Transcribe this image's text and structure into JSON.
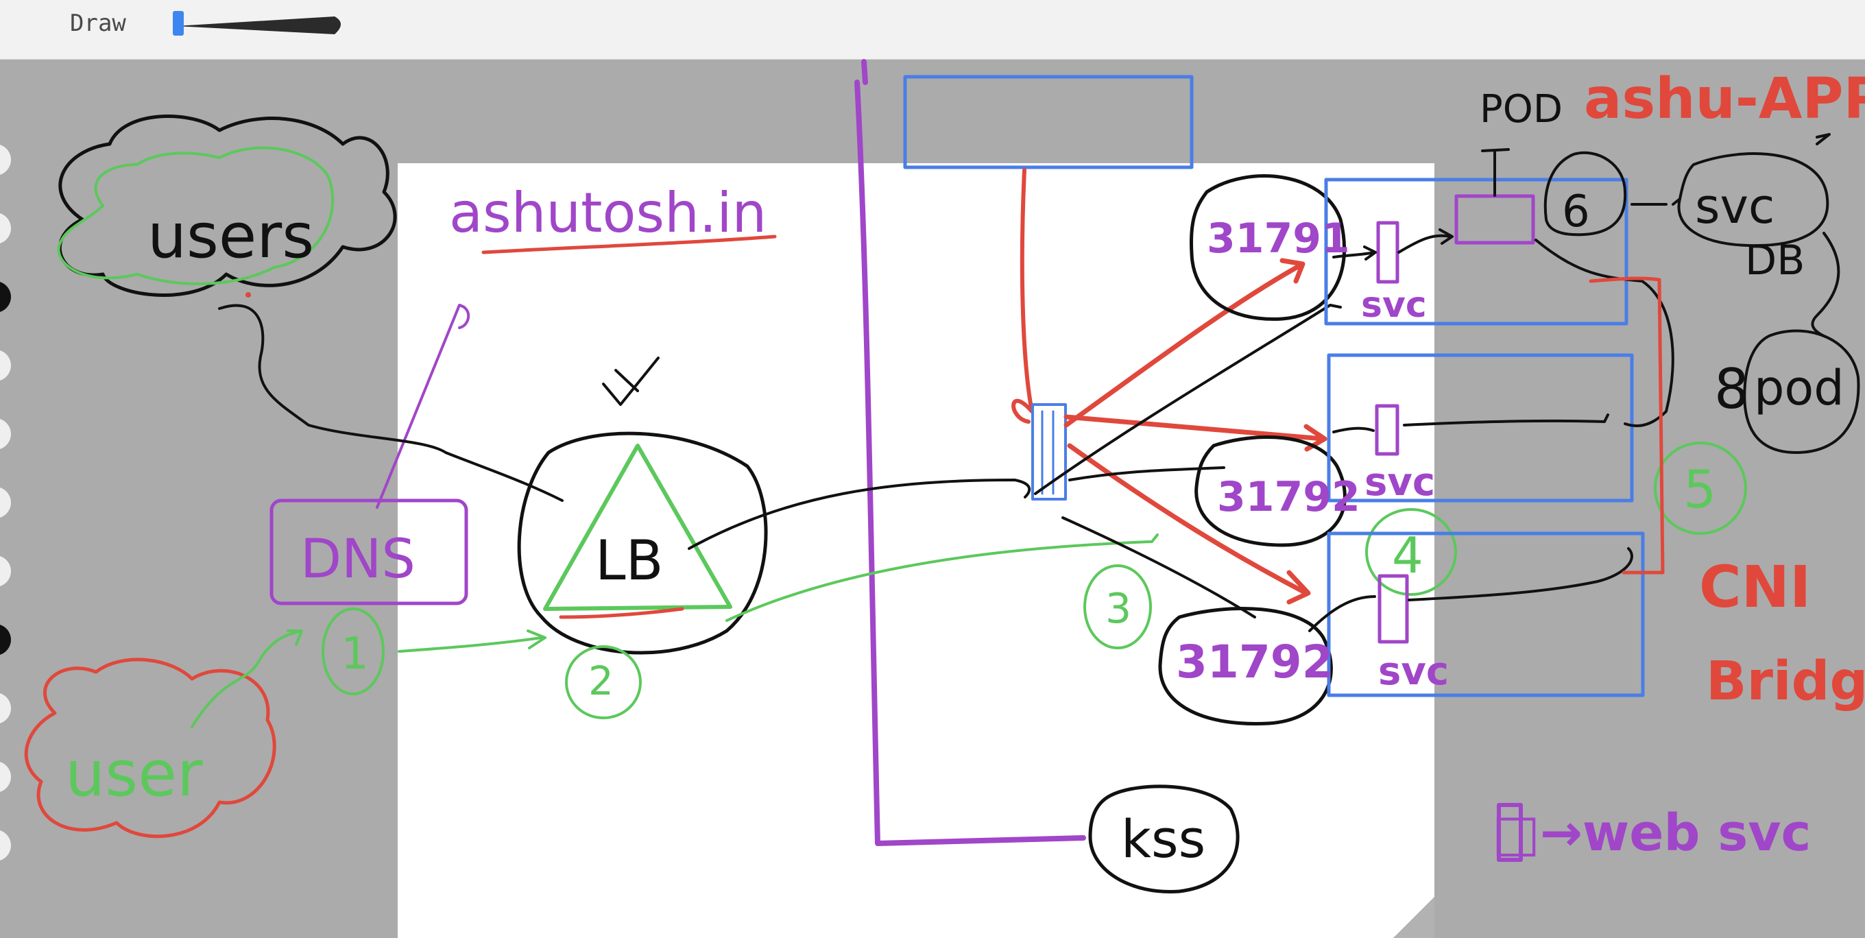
{
  "toolbar": {
    "tool_label": "Draw",
    "brush_icon": "brush-size-slider"
  },
  "colors": {
    "black": "#111111",
    "green": "#5cc85c",
    "purple": "#a046c8",
    "red": "#e0483c",
    "blue": "#4a7ee6",
    "paper": "#ffffff",
    "workspace": "#ababab"
  },
  "palette": {
    "swatches": [
      "light",
      "light",
      "dark",
      "light",
      "light",
      "light",
      "light",
      "dark",
      "light",
      "light",
      "light"
    ]
  },
  "sketch": {
    "users_top": "users",
    "users_bottom": "user",
    "domain": "ashutosh.in",
    "dns": "DNS",
    "lb": "LB",
    "node_port_1": "31791",
    "node_port_2": "31792",
    "node_port_3": "31792",
    "svc_1": "svc",
    "svc_2": "svc",
    "svc_3": "svc",
    "pod_label": "POD",
    "app_label": "ashu-APP",
    "svc_right": "svc",
    "db_label": "DB",
    "pod_right": "pod",
    "kss": "kss",
    "cni": "CNI",
    "bridge": "Bridge",
    "legend": "□→web svc",
    "step_1": "1",
    "step_2": "2",
    "step_3": "3",
    "step_4": "4",
    "step_5": "5",
    "step_6": "6",
    "num_8": "8"
  }
}
